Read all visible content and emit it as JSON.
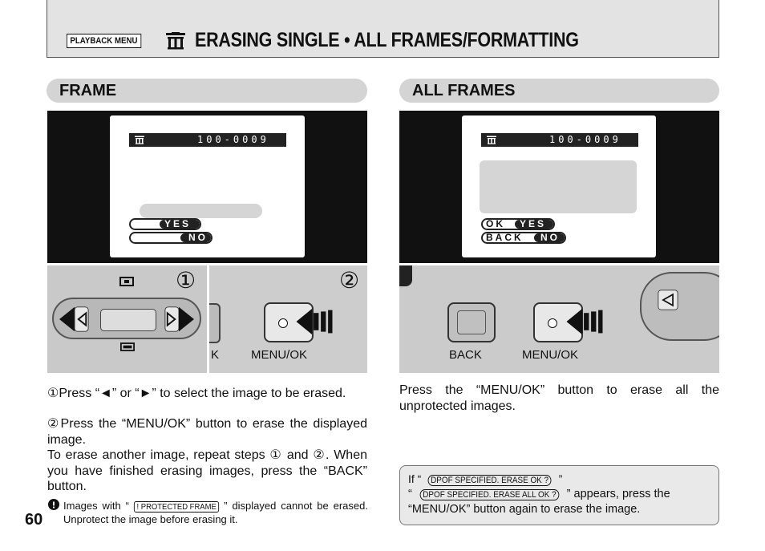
{
  "header": {
    "badge": "PLAYBACK MENU",
    "icon": "trash-icon",
    "title": "ERASING SINGLE • ALL FRAMES/FORMATTING"
  },
  "frame_section": {
    "title": "FRAME",
    "lcd_counter": "100-0009",
    "yes_label": "YES",
    "no_label": "NO",
    "step1_marker": "①",
    "step2_marker": "②",
    "menu_ok_label": "MENU/OK",
    "k_label": "K",
    "steps": [
      {
        "num": "①",
        "text": "Press “◄” or “►” to select the image to be erased."
      },
      {
        "num": "②",
        "text": "Press the “MENU/OK” button to erase the displayed image."
      }
    ],
    "para": "To erase another image, repeat steps ① and ②. When you have finished erasing images, press the “BACK” button.",
    "note_pre": "Images with “",
    "note_tag": "! PROTECTED FRAME",
    "note_post": "” displayed cannot be erased. Unprotect the image before erasing it."
  },
  "all_frames_section": {
    "title": "ALL FRAMES",
    "lcd_counter": "100-0009",
    "ok_label": "OK",
    "yes_label": "YES",
    "back_label": "BACK",
    "no_label": "NO",
    "back_button_label": "BACK",
    "menu_ok_label": "MENU/OK",
    "body": "Press the “MENU/OK” button to erase all the unprotected images."
  },
  "info_box": {
    "line1_pre": "If “",
    "tag1": "DPOF SPECIFIED. ERASE OK ?",
    "line1_post": "”",
    "line2_pre": "“",
    "tag2": "DPOF SPECIFIED. ERASE ALL OK ?",
    "line2_post": "” appears, press the “MENU/OK” button again to erase the image."
  },
  "page_number": "60"
}
